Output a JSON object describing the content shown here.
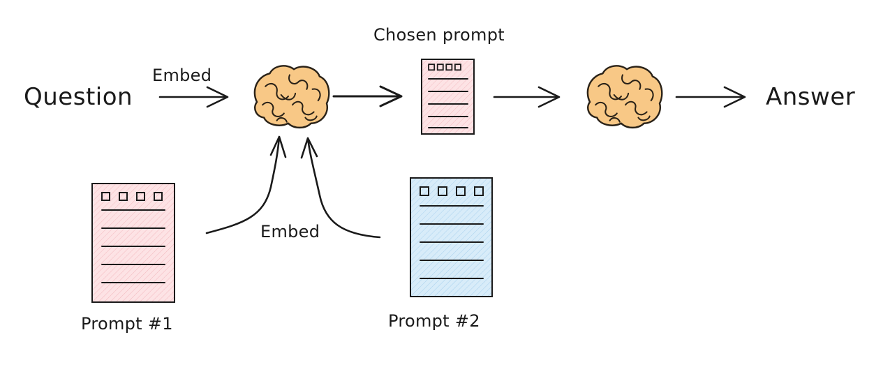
{
  "nodes": {
    "question": {
      "label": "Question"
    },
    "answer": {
      "label": "Answer"
    },
    "chosen_prompt": {
      "label": "Chosen prompt"
    },
    "prompt_1": {
      "label": "Prompt #1"
    },
    "prompt_2": {
      "label": "Prompt #2"
    }
  },
  "edges": {
    "embed_top": {
      "label": "Embed"
    },
    "embed_bottom": {
      "label": "Embed"
    }
  },
  "colors": {
    "pink_doc": "#fde3e5",
    "blue_doc": "#d8ecf9",
    "brain_fill": "#f8c886",
    "brain_stroke": "#2a2218",
    "ink": "#1a1a1a"
  },
  "icons": [
    "brain-icon",
    "document-icon"
  ]
}
